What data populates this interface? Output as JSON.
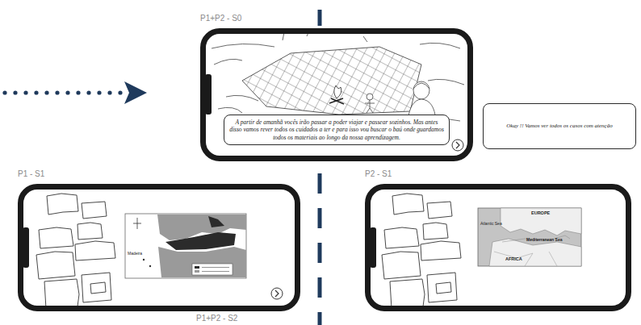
{
  "diagram": {
    "nodes": [
      {
        "text": [
          "P1+P2 - S0"
        ]
      },
      {
        "text": [
          "A partir de amanhã vocês irão passar a poder viajar e passear sozinhos. Mas antes disso vamos rever todos os cuidados a ter e para isso vou buscar o baú onde guardamos todos os materiais ao longo da nossa aprendizagem."
        ],
        "in": 0
      },
      {
        "text": [
          "Okay !! Vamos ver todos os casos com atenção"
        ]
      },
      {
        "text": [
          "P1 - S1"
        ]
      },
      {
        "text": [
          "P2 - S1"
        ]
      }
    ],
    "labels": [
      "P1+P2 - S2",
      "Madeira",
      "EUROPE",
      "Atlantic Sea",
      "Mediterranean Sea",
      "AFRICA"
    ]
  }
}
